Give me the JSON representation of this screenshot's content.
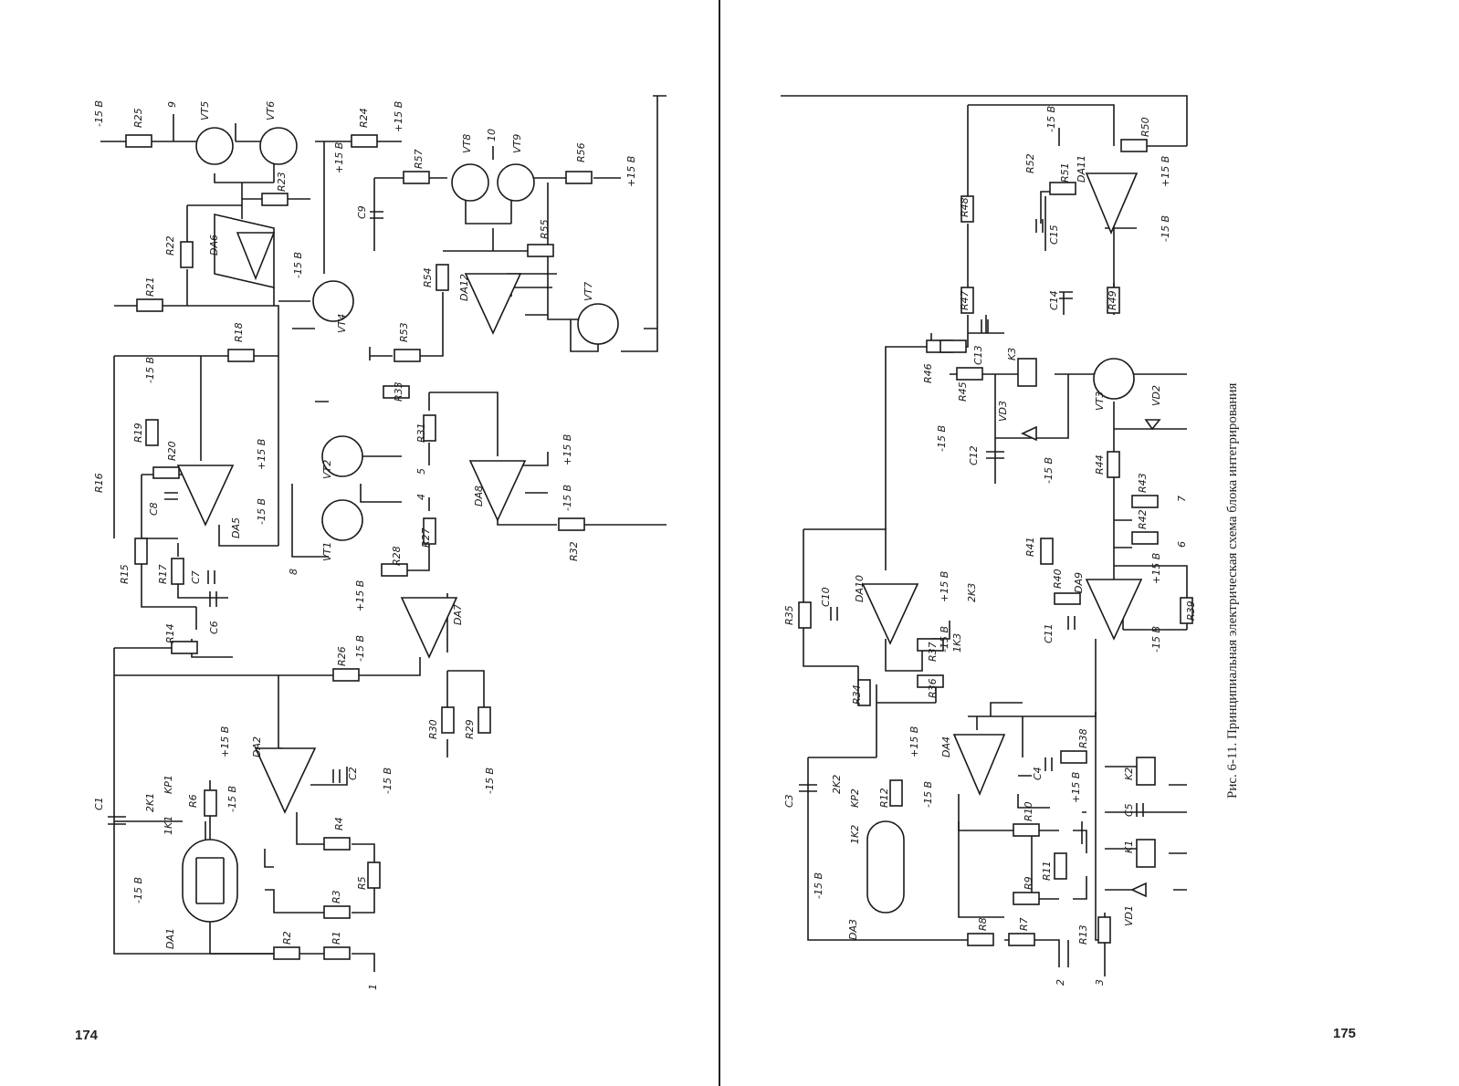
{
  "pages": {
    "left_number": "174",
    "right_number": "175"
  },
  "caption": "Рис. 6-11. Принципиальная электрическая схема блока интегрирования",
  "left_labels": {
    "R1": "R1",
    "R2": "R2",
    "R3": "R3",
    "R4": "R4",
    "R5": "R5",
    "R6": "R6",
    "R14": "R14",
    "R15": "R15",
    "R16": "R16",
    "R17": "R17",
    "R18": "R18",
    "R19": "R19",
    "R20": "R20",
    "R21": "R21",
    "R22": "R22",
    "R23": "R23",
    "R24": "R24",
    "R25": "R25",
    "R26": "R26",
    "R27": "R27",
    "R28": "R28",
    "R29": "R29",
    "R30": "R30",
    "R31": "R31",
    "R32": "R32",
    "R33": "R33",
    "R53": "R53",
    "R54": "R54",
    "R55": "R55",
    "R56": "R56",
    "R57": "R57",
    "C1": "C1",
    "C2": "C2",
    "C6": "C6",
    "C7": "C7",
    "C8": "C8",
    "C9": "C9",
    "DA1": "DA1",
    "DA2": "DA2",
    "DA5": "DA5",
    "DA6": "DA6",
    "DA7": "DA7",
    "DA8": "DA8",
    "DA12": "DA12",
    "VT1": "VT1",
    "VT2": "VT2",
    "VT4": "VT4",
    "VT5": "VT5",
    "VT6": "VT6",
    "VT7": "VT7",
    "VT8": "VT8",
    "VT9": "VT9",
    "K1": "1K1",
    "KP1": "KP1",
    "K21": "2K1",
    "n1": "1",
    "n8": "8",
    "n9": "9",
    "n10": "10",
    "n4": "4",
    "n5": "5",
    "p15": "+15 В",
    "m15": "-15 В"
  },
  "right_labels": {
    "R7": "R7",
    "R8": "R8",
    "R9": "R9",
    "R10": "R10",
    "R11": "R11",
    "R12": "R12",
    "R13": "R13",
    "R34": "R34",
    "R35": "R35",
    "R36": "R36",
    "R37": "R37",
    "R38": "R38",
    "R39": "R39",
    "R40": "R40",
    "R41": "R41",
    "R42": "R42",
    "R43": "R43",
    "R44": "R44",
    "R45": "R45",
    "R46": "R46",
    "R47": "R47",
    "R48": "R48",
    "R49": "R49",
    "R50": "R50",
    "R51": "R51",
    "R52": "R52",
    "C3": "C3",
    "C4": "C4",
    "C5": "C5",
    "C10": "C10",
    "C11": "C11",
    "C12": "C12",
    "C13": "C13",
    "C14": "C14",
    "C15": "C15",
    "DA3": "DA3",
    "DA4": "DA4",
    "DA9": "DA9",
    "DA10": "DA10",
    "DA11": "DA11",
    "VT3": "VT3",
    "VD1": "VD1",
    "VD2": "VD2",
    "VD3": "VD3",
    "K1": "K1",
    "K2": "K2",
    "K3": "K3",
    "KP2": "KP2",
    "K12": "1K2",
    "K22": "2K2",
    "K13": "1K3",
    "K23": "2K3",
    "n2": "2",
    "n3": "3",
    "n6": "6",
    "n7": "7",
    "p15": "+15 В",
    "m15": "-15 В"
  }
}
